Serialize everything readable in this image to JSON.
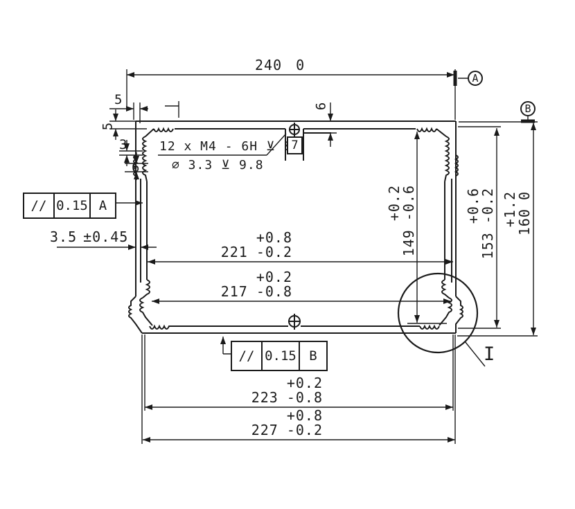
{
  "drawing": {
    "colors": {
      "line": "#1a1a1a",
      "background": "#ffffff"
    },
    "dimensions": {
      "overall_width": {
        "value": "240",
        "tol_upper": "",
        "tol_lower": "0"
      },
      "inner_width_top": {
        "value": "221",
        "tol_upper": "+0.8",
        "tol_lower": "-0.2"
      },
      "inner_width_low": {
        "value": "217",
        "tol_upper": "+0.2",
        "tol_lower": "-0.8"
      },
      "bottom_width_in": {
        "value": "223",
        "tol_upper": "+0.2",
        "tol_lower": "-0.8"
      },
      "bottom_width_out": {
        "value": "227",
        "tol_upper": "+0.8",
        "tol_lower": "-0.2"
      },
      "height_inner": {
        "value": "149",
        "tol_upper": "+0.2",
        "tol_lower": "-0.6"
      },
      "height_mid": {
        "value": "153",
        "tol_upper": "+0.6",
        "tol_lower": "-0.2"
      },
      "overall_height": {
        "value": "160",
        "tol_upper": "+1.2",
        "tol_lower": "0"
      },
      "wall_thickness": {
        "value": "3.5",
        "tolerance": "±0.45"
      },
      "top_offset": "5",
      "top_wall": "5",
      "step": "3",
      "boss_height": "6",
      "channel_depth": "6"
    },
    "thread_callout": {
      "line1": "12 x  M4 - 6H ⊻ 8",
      "line2": "⌀ 3.3 ⊻ 9.8"
    },
    "feature_controls": {
      "parallelism_a": {
        "symbol": "//",
        "tolerance": "0.15",
        "datum": "A"
      },
      "parallelism_b": {
        "symbol": "//",
        "tolerance": "0.15",
        "datum": "B"
      }
    },
    "datum_labels": {
      "a": "A",
      "b": "B"
    },
    "callout_box": "7",
    "detail_label": "I"
  }
}
